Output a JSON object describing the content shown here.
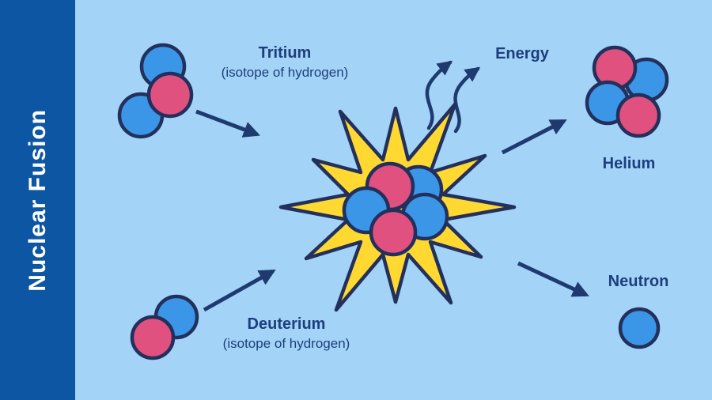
{
  "title": "Nuclear Fusion",
  "diagram": {
    "tritium": {
      "label": "Tritium",
      "sublabel": "(isotope of hydrogen)"
    },
    "deuterium": {
      "label": "Deuterium",
      "sublabel": "(isotope of hydrogen)"
    },
    "energy_label": "Energy",
    "helium_label": "Helium",
    "neutron_label": "Neutron"
  },
  "legend": {
    "proton_color": "#e0517f",
    "neutron_color": "#3b96e8",
    "star_color": "#ffd931",
    "outline_color": "#23305c",
    "arrow_color": "#1f3a6e",
    "label_color": "#1e3e7e",
    "sidebar_color": "#0d56a4",
    "background_color": "#a3d3f7"
  }
}
